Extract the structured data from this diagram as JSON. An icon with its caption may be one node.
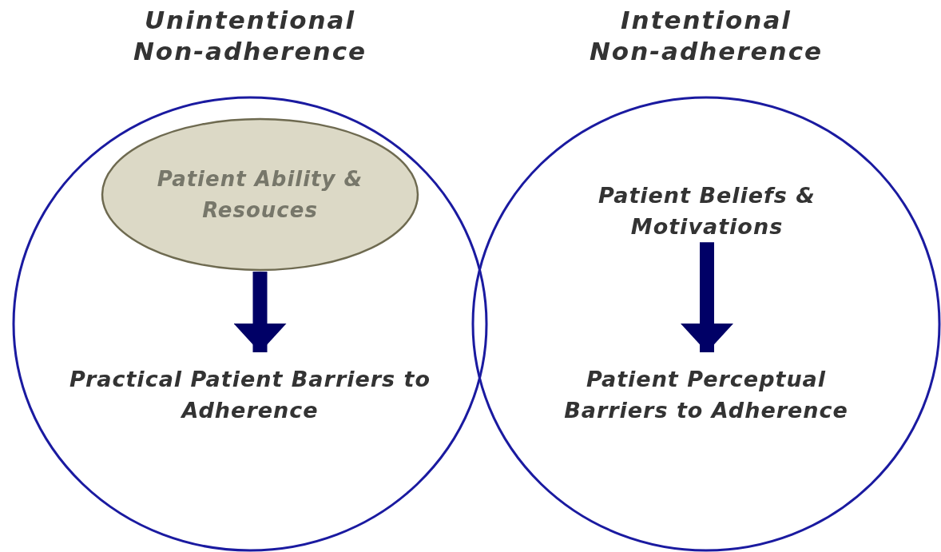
{
  "diagram": {
    "nodes": [
      {
        "text": [
          "Unintentional Non-adherence"
        ]
      },
      {
        "text": [
          "Patient Ability & Resouces"
        ],
        "in": 0
      },
      {
        "text": [
          "Practical Patient Barriers to Adherence"
        ],
        "in": 0
      },
      {
        "text": [
          "Intentional Non-adherence"
        ]
      },
      {
        "text": [
          "Patient Beliefs & Motivations"
        ],
        "in": 3
      },
      {
        "text": [
          "Patient Perceptual Barriers to Adherence"
        ],
        "in": 3
      }
    ],
    "edges": [
      {
        "from": 1,
        "to": 2,
        "arrow": "to"
      },
      {
        "from": 4,
        "to": 5,
        "arrow": "to"
      }
    ]
  }
}
